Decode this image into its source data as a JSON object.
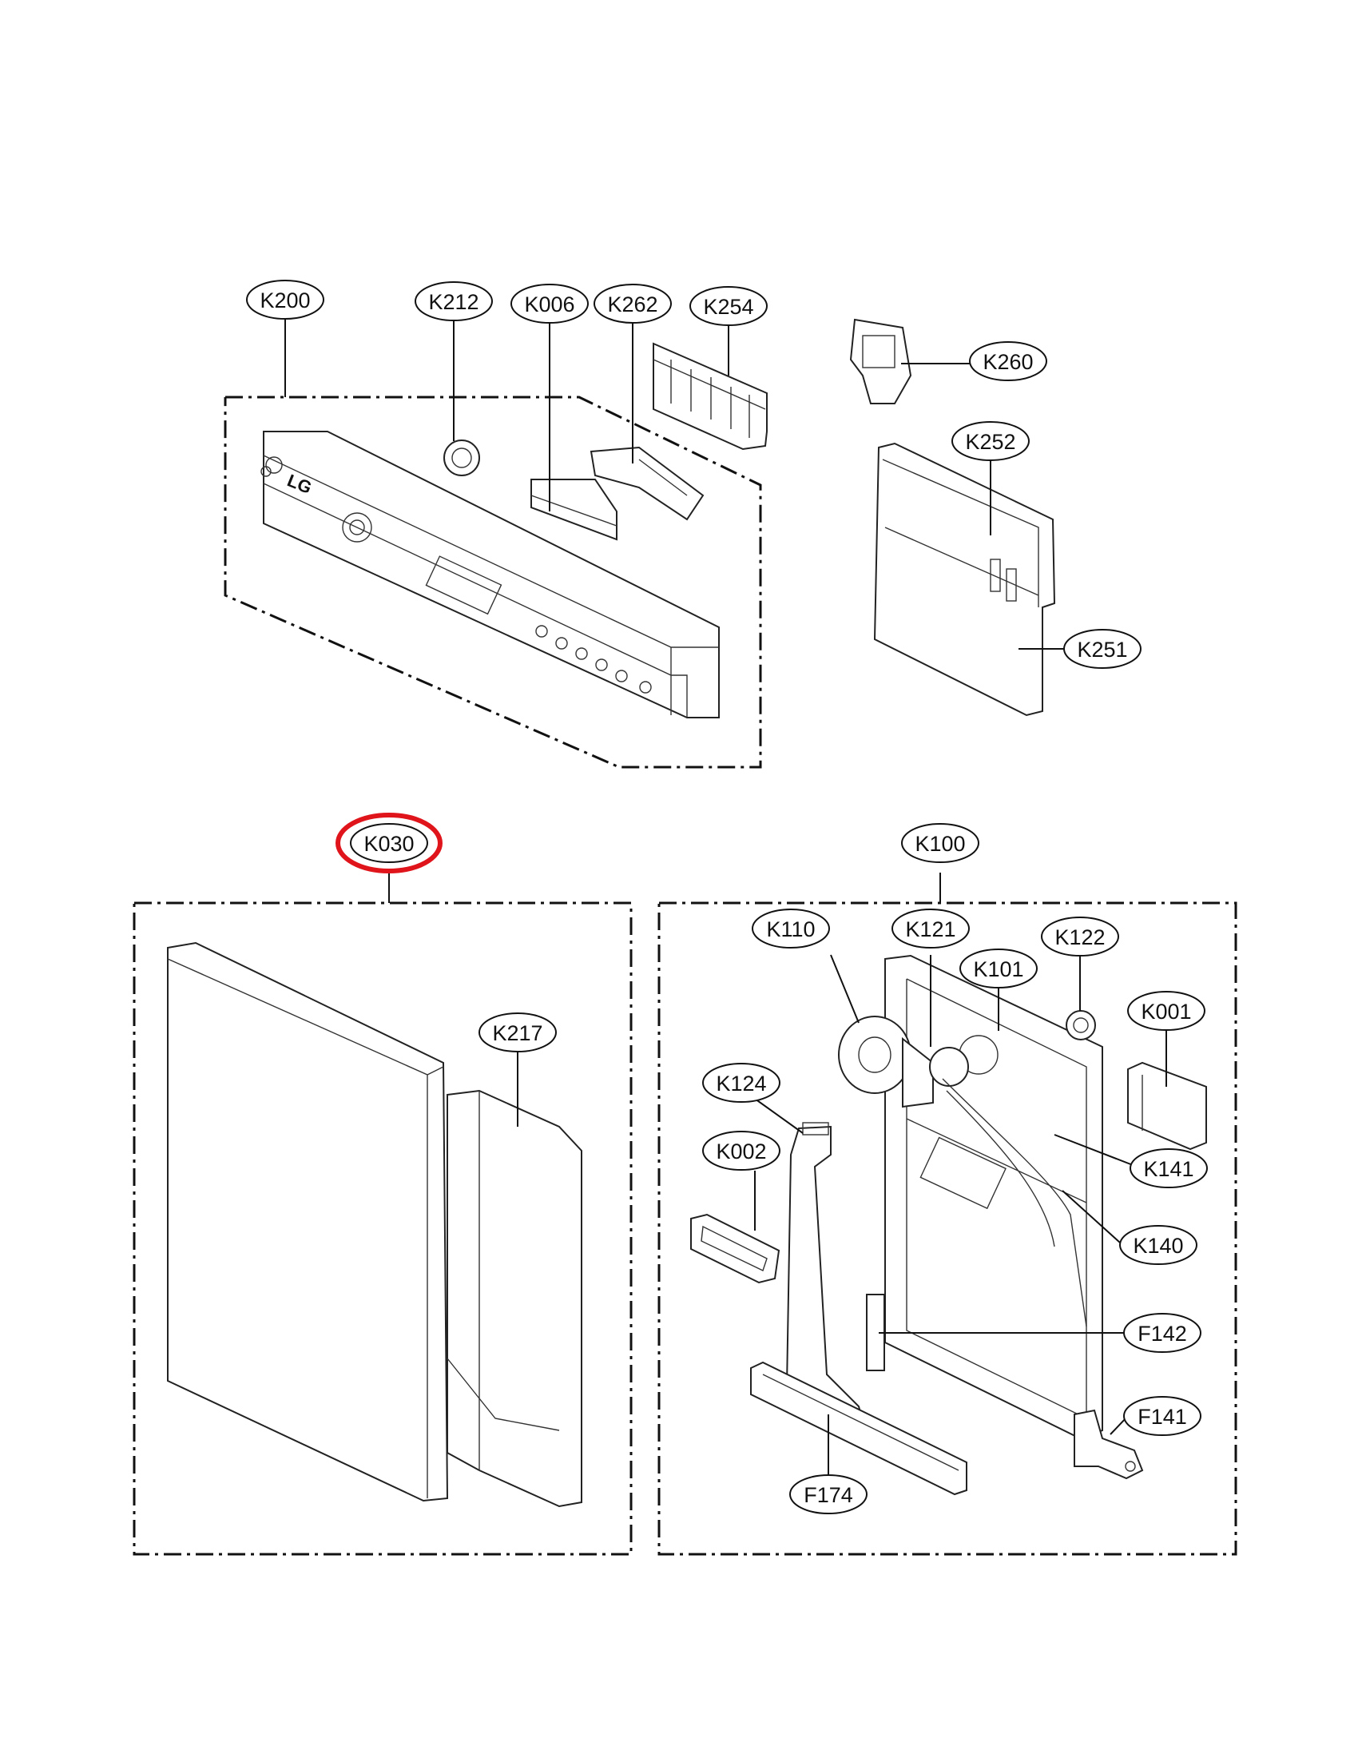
{
  "highlight_color": "#e0141b",
  "highlighted_label": "K030",
  "labels": {
    "k200": "K200",
    "k212": "K212",
    "k006": "K006",
    "k262": "K262",
    "k254": "K254",
    "k260": "K260",
    "k252": "K252",
    "k251": "K251",
    "k030": "K030",
    "k217": "K217",
    "k100": "K100",
    "k110": "K110",
    "k121": "K121",
    "k122": "K122",
    "k101": "K101",
    "k001": "K001",
    "k124": "K124",
    "k002": "K002",
    "k141": "K141",
    "k140": "K140",
    "f142": "F142",
    "f141": "F141",
    "f174": "F174"
  },
  "logo_text": "LG"
}
